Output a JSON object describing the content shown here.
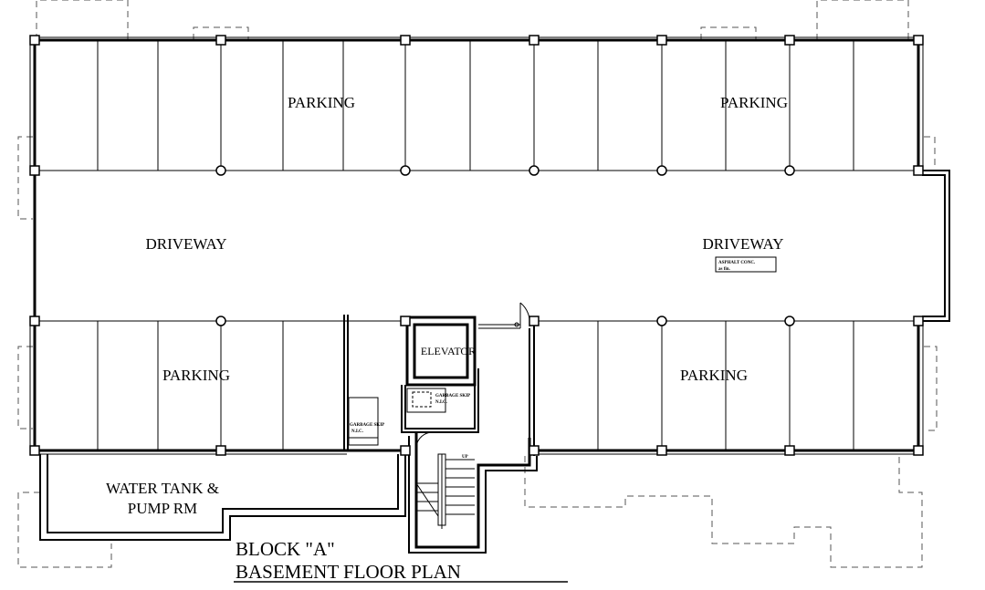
{
  "labels": {
    "parking_top_left": "PARKING",
    "parking_top_right": "PARKING",
    "parking_bottom_left": "PARKING",
    "parking_bottom_right": "PARKING",
    "driveway_left": "DRIVEWAY",
    "driveway_right": "DRIVEWAY",
    "elevator": "ELEVATOR",
    "water_tank_line1": "WATER TANK &",
    "water_tank_line2": "PUMP RM",
    "garbage_skip_left_line1": "GARBAGE SKIP",
    "garbage_skip_left_line2": "N.I.C.",
    "garbage_skip_center_line1": "GARBAGE SKIP",
    "garbage_skip_center_line2": "N.I.C.",
    "asphalt_line1": "ASPHALT CONC.",
    "asphalt_line2": "as fin.",
    "stair_up": "UP"
  },
  "title": {
    "line1": "BLOCK \"A\"",
    "line2": "BASEMENT FLOOR PLAN"
  }
}
